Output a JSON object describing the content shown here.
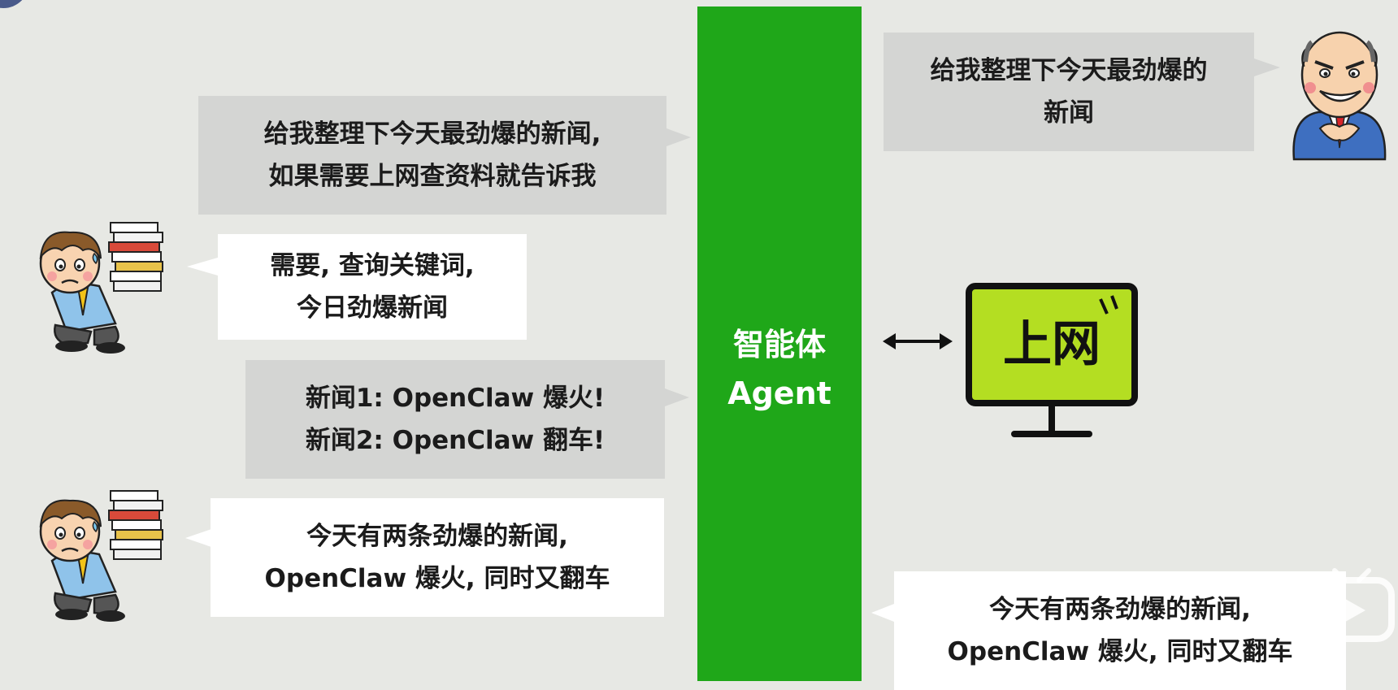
{
  "agent": {
    "name_cn": "智能体",
    "name_en": "Agent"
  },
  "boss_request": {
    "lines": [
      "给我整理下今天最劲爆的",
      "新闻"
    ]
  },
  "agent_to_llm": {
    "lines": [
      "给我整理下今天最劲爆的新闻,",
      "如果需要上网查资料就告诉我"
    ]
  },
  "llm_reply_search": {
    "lines": [
      "需要, 查询关键词,",
      "今日劲爆新闻"
    ]
  },
  "search_results": {
    "lines": [
      "新闻1: OpenClaw 爆火!",
      "新闻2: OpenClaw 翻车!"
    ]
  },
  "llm_summary": {
    "lines": [
      "今天有两条劲爆的新闻,",
      "OpenClaw 爆火, 同时又翻车"
    ]
  },
  "final_answer": {
    "lines": [
      "今天有两条劲爆的新闻,",
      "OpenClaw 爆火, 同时又翻车"
    ]
  },
  "monitor": {
    "screen_text": "上网",
    "screen_color": "#b4de22"
  },
  "colors": {
    "agent_green": "#1fa719",
    "gray_bubble": "#d4d5d3",
    "white_bubble": "#ffffff"
  },
  "icons": [
    "tired-worker-icon",
    "boss-icon",
    "monitor-icon",
    "double-arrow-icon",
    "video-play-logo-icon"
  ]
}
